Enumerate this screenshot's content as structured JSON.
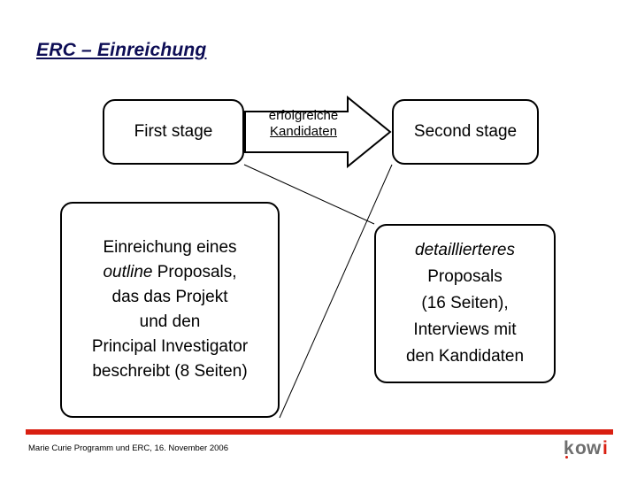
{
  "slide": {
    "title": "ERC – Einreichung",
    "title_color": "#0d0d55"
  },
  "diagram": {
    "first_stage": {
      "label": "First stage"
    },
    "second_stage": {
      "label": "Second stage"
    },
    "arrow": {
      "label_line1": "erfolgreiche",
      "label_line2": "Kandidaten",
      "direction": "right"
    },
    "first_stage_detail": {
      "line1": "Einreichung eines",
      "line2_italic": "outline",
      "line2_rest": " Proposals,",
      "line3": "das das Projekt",
      "line4": "und den",
      "line5": "Principal Investigator",
      "line6": "beschreibt (8 Seiten)"
    },
    "second_stage_detail": {
      "line1_italic": "detaillierteres",
      "line2": "Proposals",
      "line3": "(16 Seiten),",
      "line4": "Interviews mit",
      "line5": "den Kandidaten"
    }
  },
  "footer": {
    "text": "Marie Curie Programm und ERC, 16. November 2006",
    "rule_color": "#d91f11"
  },
  "logo": {
    "k": "k",
    "o": "o",
    "w": "w",
    "i": "i",
    "accent_color": "#d91f11",
    "gray_color": "#6e6e6e"
  }
}
